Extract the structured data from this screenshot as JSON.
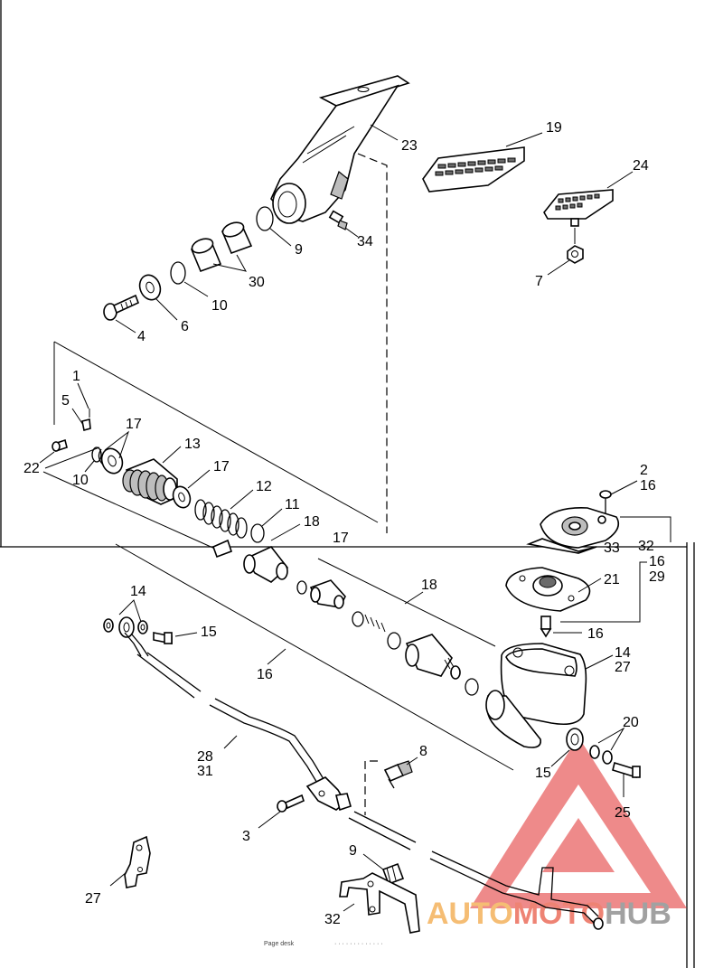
{
  "callouts": [
    {
      "id": "c23",
      "text": "23"
    },
    {
      "id": "c19",
      "text": "19"
    },
    {
      "id": "c24",
      "text": "24"
    },
    {
      "id": "c9a",
      "text": "9"
    },
    {
      "id": "c34",
      "text": "34"
    },
    {
      "id": "c7",
      "text": "7"
    },
    {
      "id": "c30",
      "text": "30"
    },
    {
      "id": "c10a",
      "text": "10"
    },
    {
      "id": "c6",
      "text": "6"
    },
    {
      "id": "c4",
      "text": "4"
    },
    {
      "id": "c1",
      "text": "1"
    },
    {
      "id": "c5",
      "text": "5"
    },
    {
      "id": "c17a",
      "text": "17"
    },
    {
      "id": "c13",
      "text": "13"
    },
    {
      "id": "c22",
      "text": "22"
    },
    {
      "id": "c10b",
      "text": "10"
    },
    {
      "id": "c17b",
      "text": "17"
    },
    {
      "id": "c12",
      "text": "12"
    },
    {
      "id": "c11",
      "text": "11"
    },
    {
      "id": "c18a",
      "text": "18"
    },
    {
      "id": "c17c",
      "text": "17"
    },
    {
      "id": "c2",
      "text": "2"
    },
    {
      "id": "c16a",
      "text": "16"
    },
    {
      "id": "c33",
      "text": "33"
    },
    {
      "id": "c32a",
      "text": "32"
    },
    {
      "id": "c16b",
      "text": "16"
    },
    {
      "id": "c29",
      "text": "29"
    },
    {
      "id": "c21",
      "text": "21"
    },
    {
      "id": "c14a",
      "text": "14"
    },
    {
      "id": "c18b",
      "text": "18"
    },
    {
      "id": "c15a",
      "text": "15"
    },
    {
      "id": "c25",
      "text": "25"
    },
    {
      "id": "c16c",
      "text": "16"
    },
    {
      "id": "c20",
      "text": "20"
    },
    {
      "id": "c16d",
      "text": "16"
    },
    {
      "id": "c14b",
      "text": "14"
    },
    {
      "id": "c27a",
      "text": "27"
    },
    {
      "id": "c28",
      "text": "28"
    },
    {
      "id": "c31",
      "text": "31"
    },
    {
      "id": "c8",
      "text": "8"
    },
    {
      "id": "c15b",
      "text": "15"
    },
    {
      "id": "c3",
      "text": "3"
    },
    {
      "id": "c9b",
      "text": "9"
    },
    {
      "id": "c27b",
      "text": "27"
    },
    {
      "id": "c32b",
      "text": "32"
    }
  ],
  "watermark": {
    "part1": "AUTO",
    "part2": "MOTO",
    "part3": "HUB",
    "color1": "#f2a23a",
    "color2": "#e8503a",
    "color3": "#8a8a8a"
  },
  "footer": {
    "left": "Page desk",
    "right": "· · · · · · · · · · · · ·"
  }
}
